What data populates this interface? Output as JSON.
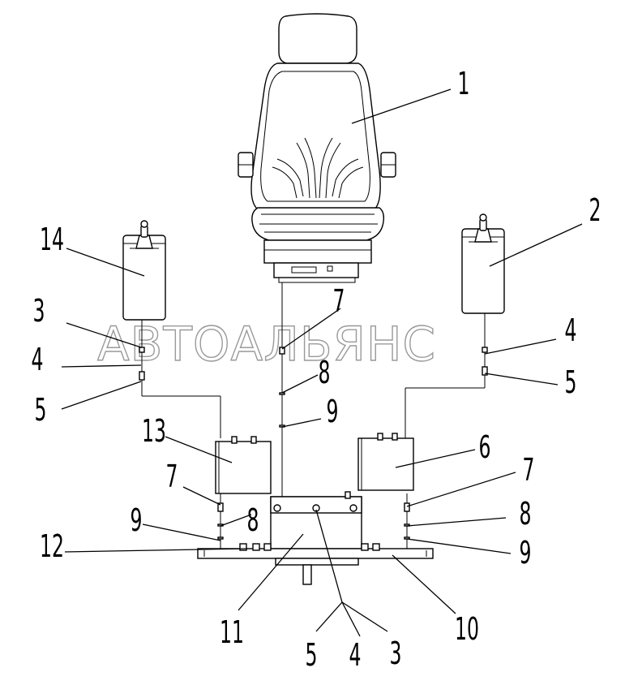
{
  "watermark": "АВТОАЛЬЯНС",
  "callouts": {
    "c1": "1",
    "c2": "2",
    "c3_left": "3",
    "c3_bottom": "3",
    "c4_left": "4",
    "c4_right": "4",
    "c4_bottom": "4",
    "c5_left": "5",
    "c5_right": "5",
    "c5_bottom": "5",
    "c6": "6",
    "c7_top": "7",
    "c7_left": "7",
    "c7_right": "7",
    "c8_top": "8",
    "c8_left": "8",
    "c8_right": "8",
    "c9_top": "9",
    "c9_left": "9",
    "c9_right": "9",
    "c10": "10",
    "c11": "11",
    "c12": "12",
    "c13": "13",
    "c14": "14"
  }
}
